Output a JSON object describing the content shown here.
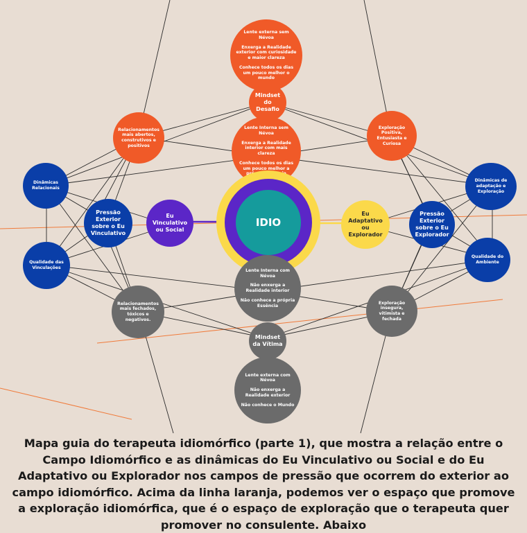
{
  "nodes": {
    "top_lens": [
      "Lente externa sem Névoa",
      "Enxerga a Realidade exterior com curiosidade e maior clareza",
      "Conhece todos os dias um pouco melhor o mundo"
    ],
    "mindset_challenge": "Mindset do Desafio",
    "inner_lens_clear": [
      "Lente Interna sem Névoa",
      "Enxerga a Realidade interior com mais clareza",
      "Conhece todos os dias um pouco melhor a própria Essência"
    ],
    "rel_open": "Relacionamentos mais abertos, construtivos e positivos",
    "exploration_positive": "Exploração Positiva, Entusiasta e Curiosa",
    "dyn_relational": "Dinâmicas Relacionais",
    "dyn_adaptation": "Dinâmicas de adaptação e Exploração",
    "pressure_social": "Pressão Exterior sobre o Eu Vinculativo",
    "eu_social": "Eu Vinculativo ou Social",
    "idio": "IDIO",
    "eu_adaptive": "Eu Adaptativo ou Explorador",
    "pressure_explorer": "Pressão Exterior sobre o Eu Explorador",
    "quality_bonds": "Qualidade das Vinculações",
    "quality_env": "Qualidade do Ambiente",
    "inner_lens_fog": [
      "Lente Interna com Névoa",
      "Não enxerga a Realidade interior",
      "Não conhece a própria Essência"
    ],
    "rel_closed": "Relacionamentos mais fechados, tóxicos e negativos.",
    "exploration_insecure": "Exploração insegura, vitimista e fechada",
    "mindset_victim": "Mindset da Vítima",
    "bottom_lens": [
      "Lente externa com Névoa",
      "Não enxerga a Realidade exterior",
      "Não conhece o Mundo"
    ]
  },
  "caption": "Mapa guia do terapeuta idiomórfico (parte 1), que mostra a relação entre o Campo Idiomórfico e as dinâmicas do Eu Vinculativo ou Social e do Eu Adaptativo ou Explorador nos campos de pressão que ocorrem do exterior ao campo idiomórfico. Acima da linha laranja, podemos ver o espaço que promove a exploração idiomórfica, que é o espaço de exploração que o terapeuta quer promover no consulente. Abaixo",
  "colors": {
    "orange": "#f05a28",
    "gray": "#6b6b6b",
    "blue": "#0a3ea8",
    "purple": "#5b26c7",
    "yellow": "#fbd94a",
    "teal": "#159b9c",
    "background": "#e8ddd3"
  }
}
